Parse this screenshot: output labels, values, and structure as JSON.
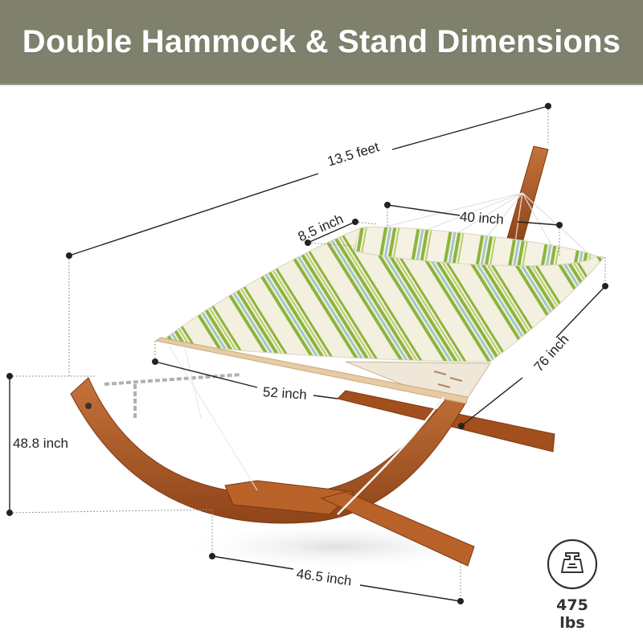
{
  "header": {
    "title": "Double Hammock & Stand Dimensions",
    "background_color": "#7f816d",
    "text_color": "#ffffff"
  },
  "dimensions": {
    "overall_length": "13.5 feet",
    "pillow_height": "8.5 inch",
    "pillow_width": "40 inch",
    "bed_length": "76 inch",
    "spreader_bar_width": "52 inch",
    "stand_height": "48.8 inch",
    "stand_base_width": "46.5 inch"
  },
  "capacity": {
    "icon": "weight-icon",
    "label": "475 lbs"
  },
  "colors": {
    "wood": "#a0501f",
    "wood_light": "#c4733a",
    "stripe_green": "#8db43c",
    "stripe_blue": "#9fc9c6",
    "fabric_cream": "#f3f0e0",
    "dimension_line": "#222222"
  }
}
